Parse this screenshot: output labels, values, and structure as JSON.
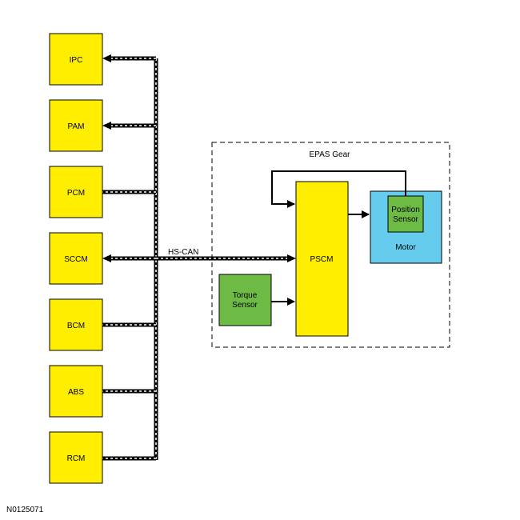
{
  "diagram": {
    "modules": [
      {
        "id": "ipc",
        "label": "IPC"
      },
      {
        "id": "pam",
        "label": "PAM"
      },
      {
        "id": "pcm",
        "label": "PCM"
      },
      {
        "id": "sccm",
        "label": "SCCM"
      },
      {
        "id": "bcm",
        "label": "BCM"
      },
      {
        "id": "abs",
        "label": "ABS"
      },
      {
        "id": "rcm",
        "label": "RCM"
      }
    ],
    "bus_label": "HS-CAN",
    "epas_gear_label": "EPAS Gear",
    "pscm_label": "PSCM",
    "torque_sensor_label": [
      "Torque",
      "Sensor"
    ],
    "position_sensor_label": [
      "Position",
      "Sensor"
    ],
    "motor_label": "Motor",
    "figure_id": "N0125071"
  },
  "colors": {
    "module_fill": "#ffee00",
    "torque_sensor_fill": "#6dbb45",
    "motor_fill": "#66ccee",
    "stroke": "#000000",
    "bus_dash": "#ffffff"
  }
}
